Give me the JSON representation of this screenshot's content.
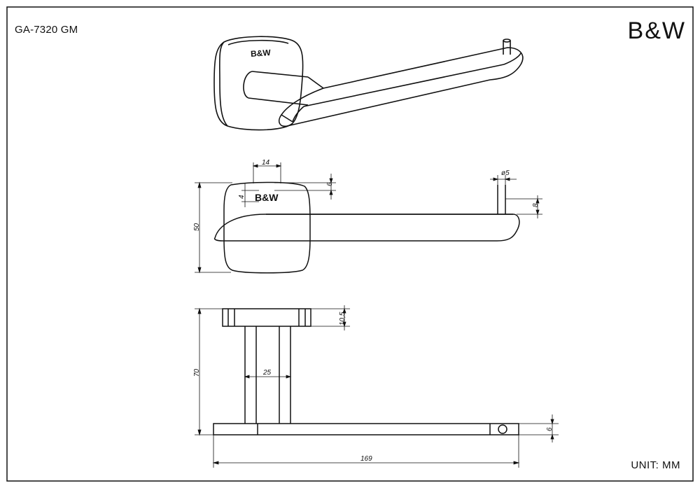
{
  "drawing": {
    "product_code": "GA-7320 GM",
    "brand": "B&W",
    "logo_on_part": "B&W",
    "unit_label": "UNIT: MM"
  },
  "dimensions": {
    "bracket_width": "14",
    "pin_diameter": "ø5",
    "bracket_offset": "6",
    "logo_offset": "4",
    "pin_height": "8",
    "overall_height": "50",
    "base_thickness": "10,5",
    "projection": "70",
    "post_width": "25",
    "arm_thickness": "6",
    "overall_length": "169"
  }
}
